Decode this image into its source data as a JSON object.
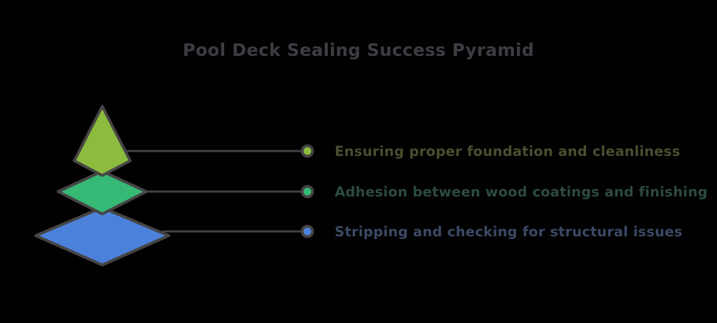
{
  "title": "Pool Deck Sealing Success Pyramid",
  "colors": {
    "background": "#010101",
    "outline": "#454545",
    "connector": "#434343",
    "title_text": "#3c3c43"
  },
  "pyramid": {
    "type": "pyramid-diagram",
    "levels": [
      {
        "position": "top",
        "label": "Ensuring proper foundation and cleanliness",
        "fill": "#8cbb3e",
        "text_color": "#46502f"
      },
      {
        "position": "middle",
        "label": "Adhesion between wood coatings and finishing",
        "fill": "#37b976",
        "text_color": "#2c4b3e"
      },
      {
        "position": "bottom",
        "label": "Stripping and checking for structural issues",
        "fill": "#4c81db",
        "text_color": "#3a4964"
      }
    ]
  }
}
